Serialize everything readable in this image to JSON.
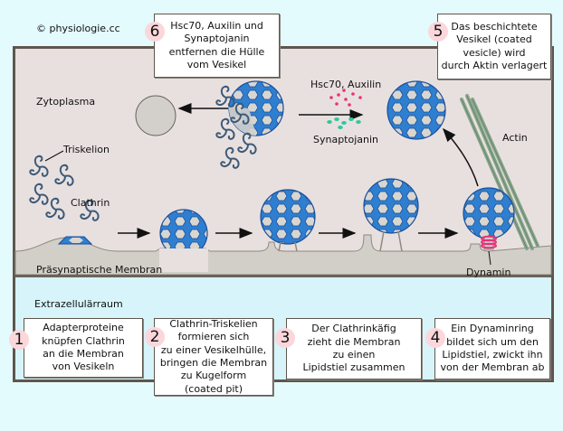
{
  "copyright": "© physiologie.cc",
  "regions": {
    "cytoplasm": "Zytoplasma",
    "membrane": "Präsynaptische Membran",
    "extracellular": "Extrazellulärraum"
  },
  "labels": {
    "triskelion": "Triskelion",
    "clathrin": "Clathrin",
    "hsc70_auxilin": "Hsc70, Auxilin",
    "synaptojanin": "Synaptojanin",
    "actin": "Actin",
    "dynamin": "Dynamin"
  },
  "steps": [
    {
      "number": "1",
      "lines": [
        "Adapterproteine",
        "knüpfen Clathrin",
        "an die Membran",
        "von Vesikeln"
      ]
    },
    {
      "number": "2",
      "lines": [
        "Clathrin-Triskelien",
        "formieren sich",
        "zu einer Vesikelhülle,",
        "bringen die Membran",
        "zu Kugelform",
        "(coated pit)"
      ]
    },
    {
      "number": "3",
      "lines": [
        "Der Clathrinkäfig",
        "zieht die Membran",
        "zu einen",
        "Lipidstiel zusammen"
      ]
    },
    {
      "number": "4",
      "lines": [
        "Ein Dynaminring",
        "bildet sich um den",
        "Lipidstiel, zwickt ihn",
        "von der Membran ab"
      ]
    },
    {
      "number": "5",
      "lines": [
        "Das beschichtete",
        "Vesikel (coated",
        "vesicle) wird",
        "durch Aktin verlagert"
      ]
    },
    {
      "number": "6",
      "lines": [
        "Hsc70, Auxilin und",
        "Synaptojanin",
        "entfernen die Hülle",
        "vom Vesikel"
      ]
    }
  ],
  "colors": {
    "background": "#e3fbfc",
    "cytoplasm": "#e8e0df",
    "membrane": "#d2cfc8",
    "extracellular": "#d6f4f9",
    "clathrin_blue": "#2f7fd0",
    "clathrin_dark": "#1a4f9c",
    "hsc70_dots": "#ee2f7a",
    "synaptojanin_dots": "#2ec8a0",
    "actin": "#86a58a",
    "dynamin": "#e8307a",
    "step_number_bg": "#fbd7dc"
  }
}
